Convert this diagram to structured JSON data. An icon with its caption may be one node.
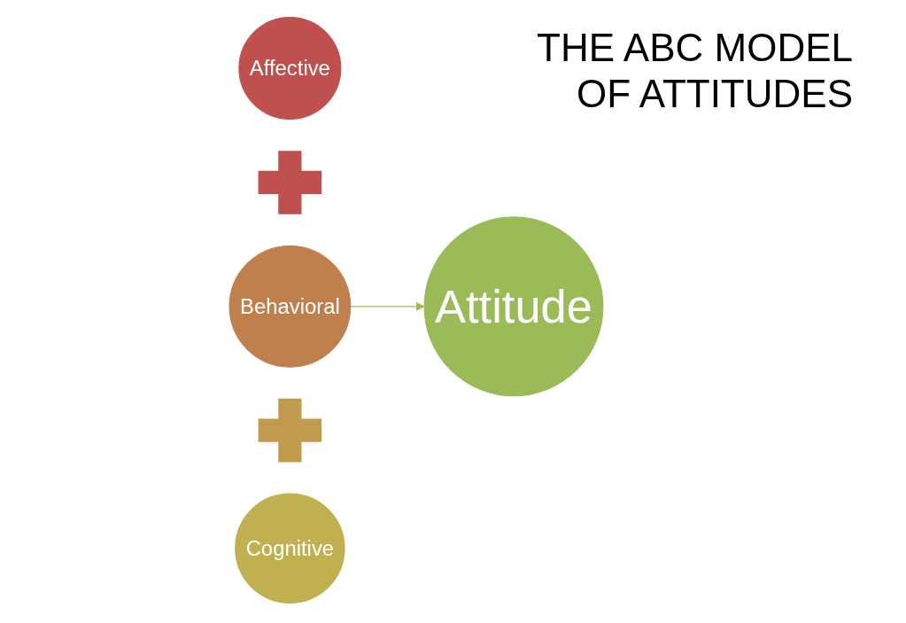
{
  "diagram": {
    "title": "THE ABC MODEL OF ATTITUDES",
    "nodes": [
      {
        "text": [
          "Affective"
        ]
      },
      {
        "text": [],
        "shape": "plus"
      },
      {
        "text": [
          "Behavioral"
        ]
      },
      {
        "text": [],
        "shape": "plus"
      },
      {
        "text": [
          "Cognitive"
        ]
      },
      {
        "text": [
          "Attitude"
        ]
      }
    ],
    "edges": [
      {
        "from": 2,
        "to": 5,
        "arrow": "to",
        "color": "#9bbb59"
      }
    ]
  }
}
